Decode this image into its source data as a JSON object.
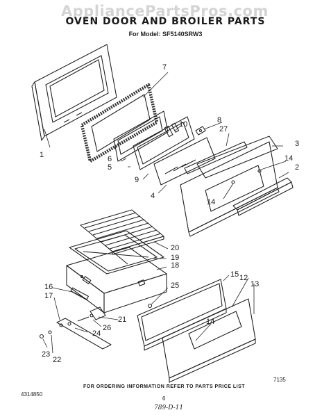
{
  "watermark": "AppliancePartsPros.com",
  "title": "OVEN DOOR AND BROILER PARTS",
  "subtitle": "For Model: SF5140SRW3",
  "callouts": [
    "1",
    "2",
    "3",
    "4",
    "5",
    "6",
    "7",
    "8",
    "9",
    "10",
    "12",
    "13",
    "14",
    "14",
    "14",
    "15",
    "16",
    "17",
    "18",
    "19",
    "20",
    "21",
    "22",
    "23",
    "24",
    "25",
    "26",
    "27"
  ],
  "figure_code": "7135",
  "ordering_note": "FOR ORDERING INFORMATION REFER TO PARTS PRICE LIST",
  "catalog_number": "4314850",
  "page_number": "6",
  "handwritten_note": "789-D-11"
}
